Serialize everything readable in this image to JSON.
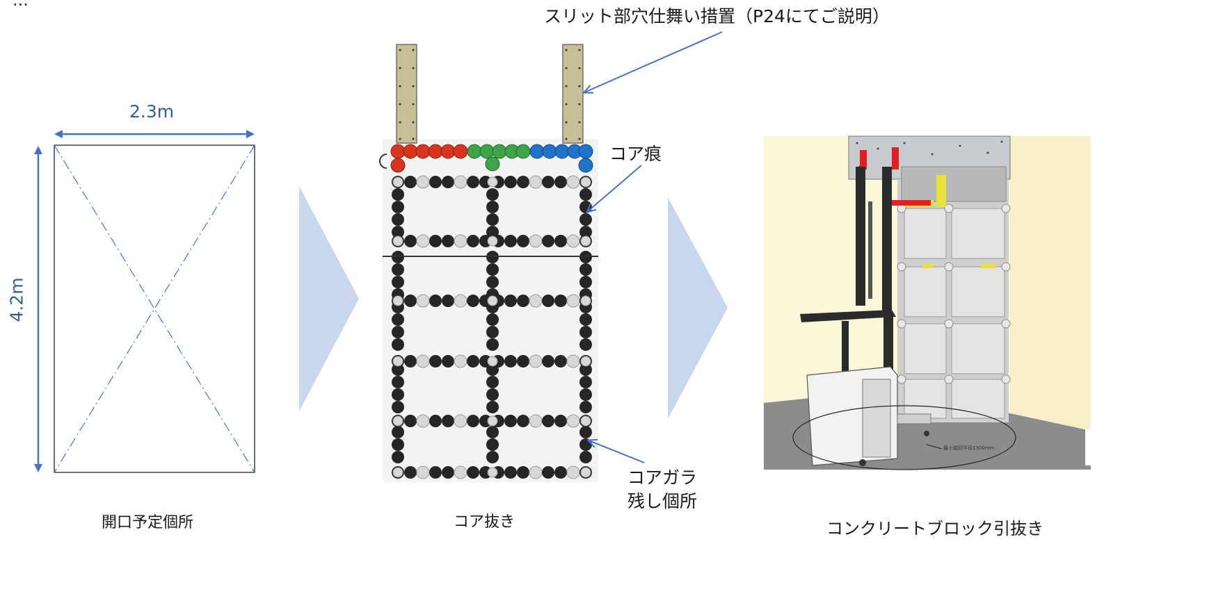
{
  "header": {
    "clipped_title": "...",
    "slit_note": "スリット部穴仕舞い措置（P24にてご説明）"
  },
  "panel_opening": {
    "width_label": "2.3m",
    "height_label": "4.2m",
    "caption": "開口予定個所"
  },
  "panel_core": {
    "core_mark_label": "コア痕",
    "rubble_label_line1": "コアガラ",
    "rubble_label_line2": "残し個所",
    "caption": "コア抜き"
  },
  "panel_block": {
    "caption": "コンクリートブロック引抜き",
    "small_note": "最小旋回半径1300mm"
  },
  "colors": {
    "dimension": "#2f5f9e",
    "arrow": "#4472c4",
    "chevron": "#c9d7ee",
    "core_black": "#262626",
    "core_red": "#d9341f",
    "core_green": "#3fa34a",
    "core_blue": "#1f74c8",
    "slit_plate": "#c9bf97"
  }
}
